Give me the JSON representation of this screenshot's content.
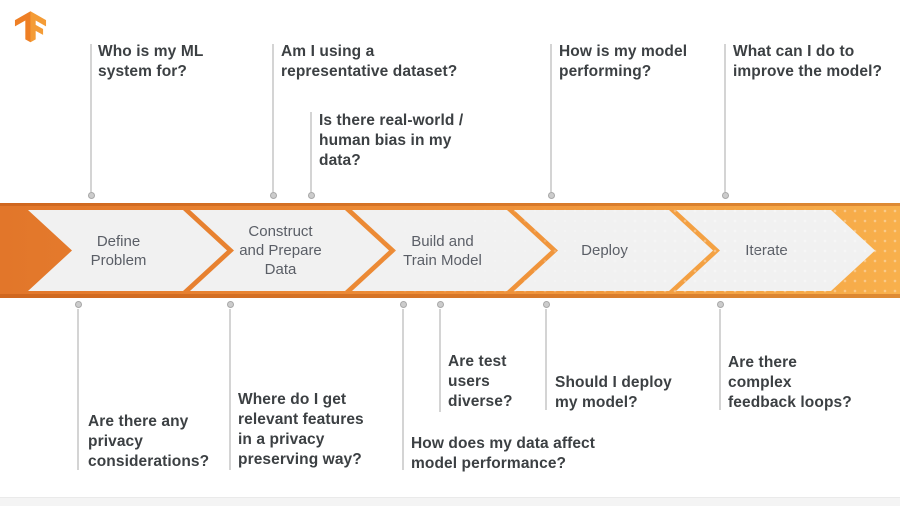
{
  "logo": {
    "title": "TensorFlow logo"
  },
  "band": {
    "gradient_left": "#e2762a",
    "gradient_right": "#f8b04c",
    "chevron_fill": "#f1f1f1",
    "chevron_text_color": "#5a5e66"
  },
  "stages": [
    {
      "label": "Define\nProblem"
    },
    {
      "label": "Construct\nand Prepare\nData"
    },
    {
      "label": "Build and\nTrain Model"
    },
    {
      "label": "Deploy"
    },
    {
      "label": "Iterate"
    }
  ],
  "top_questions": [
    {
      "text": "Who is my ML\nsystem for?"
    },
    {
      "text": "Am I using a\nrepresentative dataset?"
    },
    {
      "text": "Is there real-world /\nhuman bias in my\ndata?"
    },
    {
      "text": "How is my model\nperforming?"
    },
    {
      "text": "What can I do to\nimprove the model?"
    }
  ],
  "bottom_questions": [
    {
      "text": "Are there any\nprivacy\nconsiderations?"
    },
    {
      "text": "Where do I get\nrelevant features\nin a privacy\npreserving way?"
    },
    {
      "text": "How does my data affect\nmodel performance?"
    },
    {
      "text": "Are test\nusers\ndiverse?"
    },
    {
      "text": "Should I deploy\nmy model?"
    },
    {
      "text": "Are there\ncomplex\nfeedback loops?"
    }
  ],
  "text_color": "#3c4043"
}
